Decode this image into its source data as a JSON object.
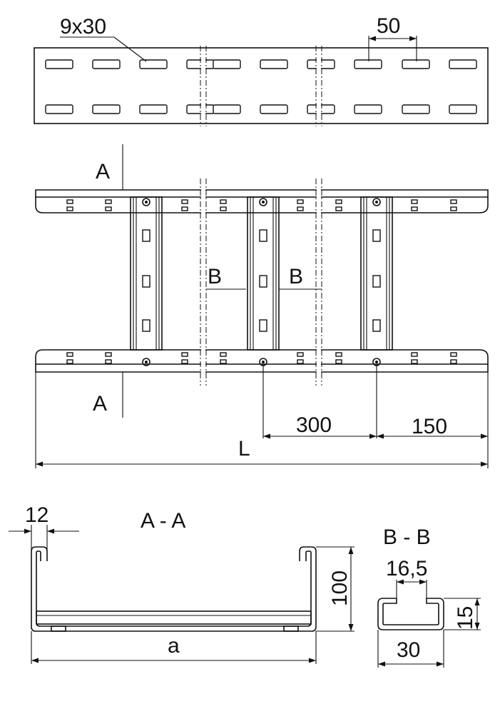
{
  "top_view": {
    "slot_size_label": "9x30",
    "slot_pitch_label": "50"
  },
  "front_view": {
    "section_a_top": "A",
    "section_a_bottom": "A",
    "section_b_left": "B",
    "section_b_right": "B",
    "rung_pitch_label": "300",
    "end_offset_label": "150",
    "length_label": "L"
  },
  "section_aa": {
    "title": "A - A",
    "flange_label": "12",
    "height_label": "100",
    "width_label": "a"
  },
  "section_bb": {
    "title": "B - B",
    "inner_label": "16,5",
    "height_label": "15",
    "width_label": "30"
  }
}
